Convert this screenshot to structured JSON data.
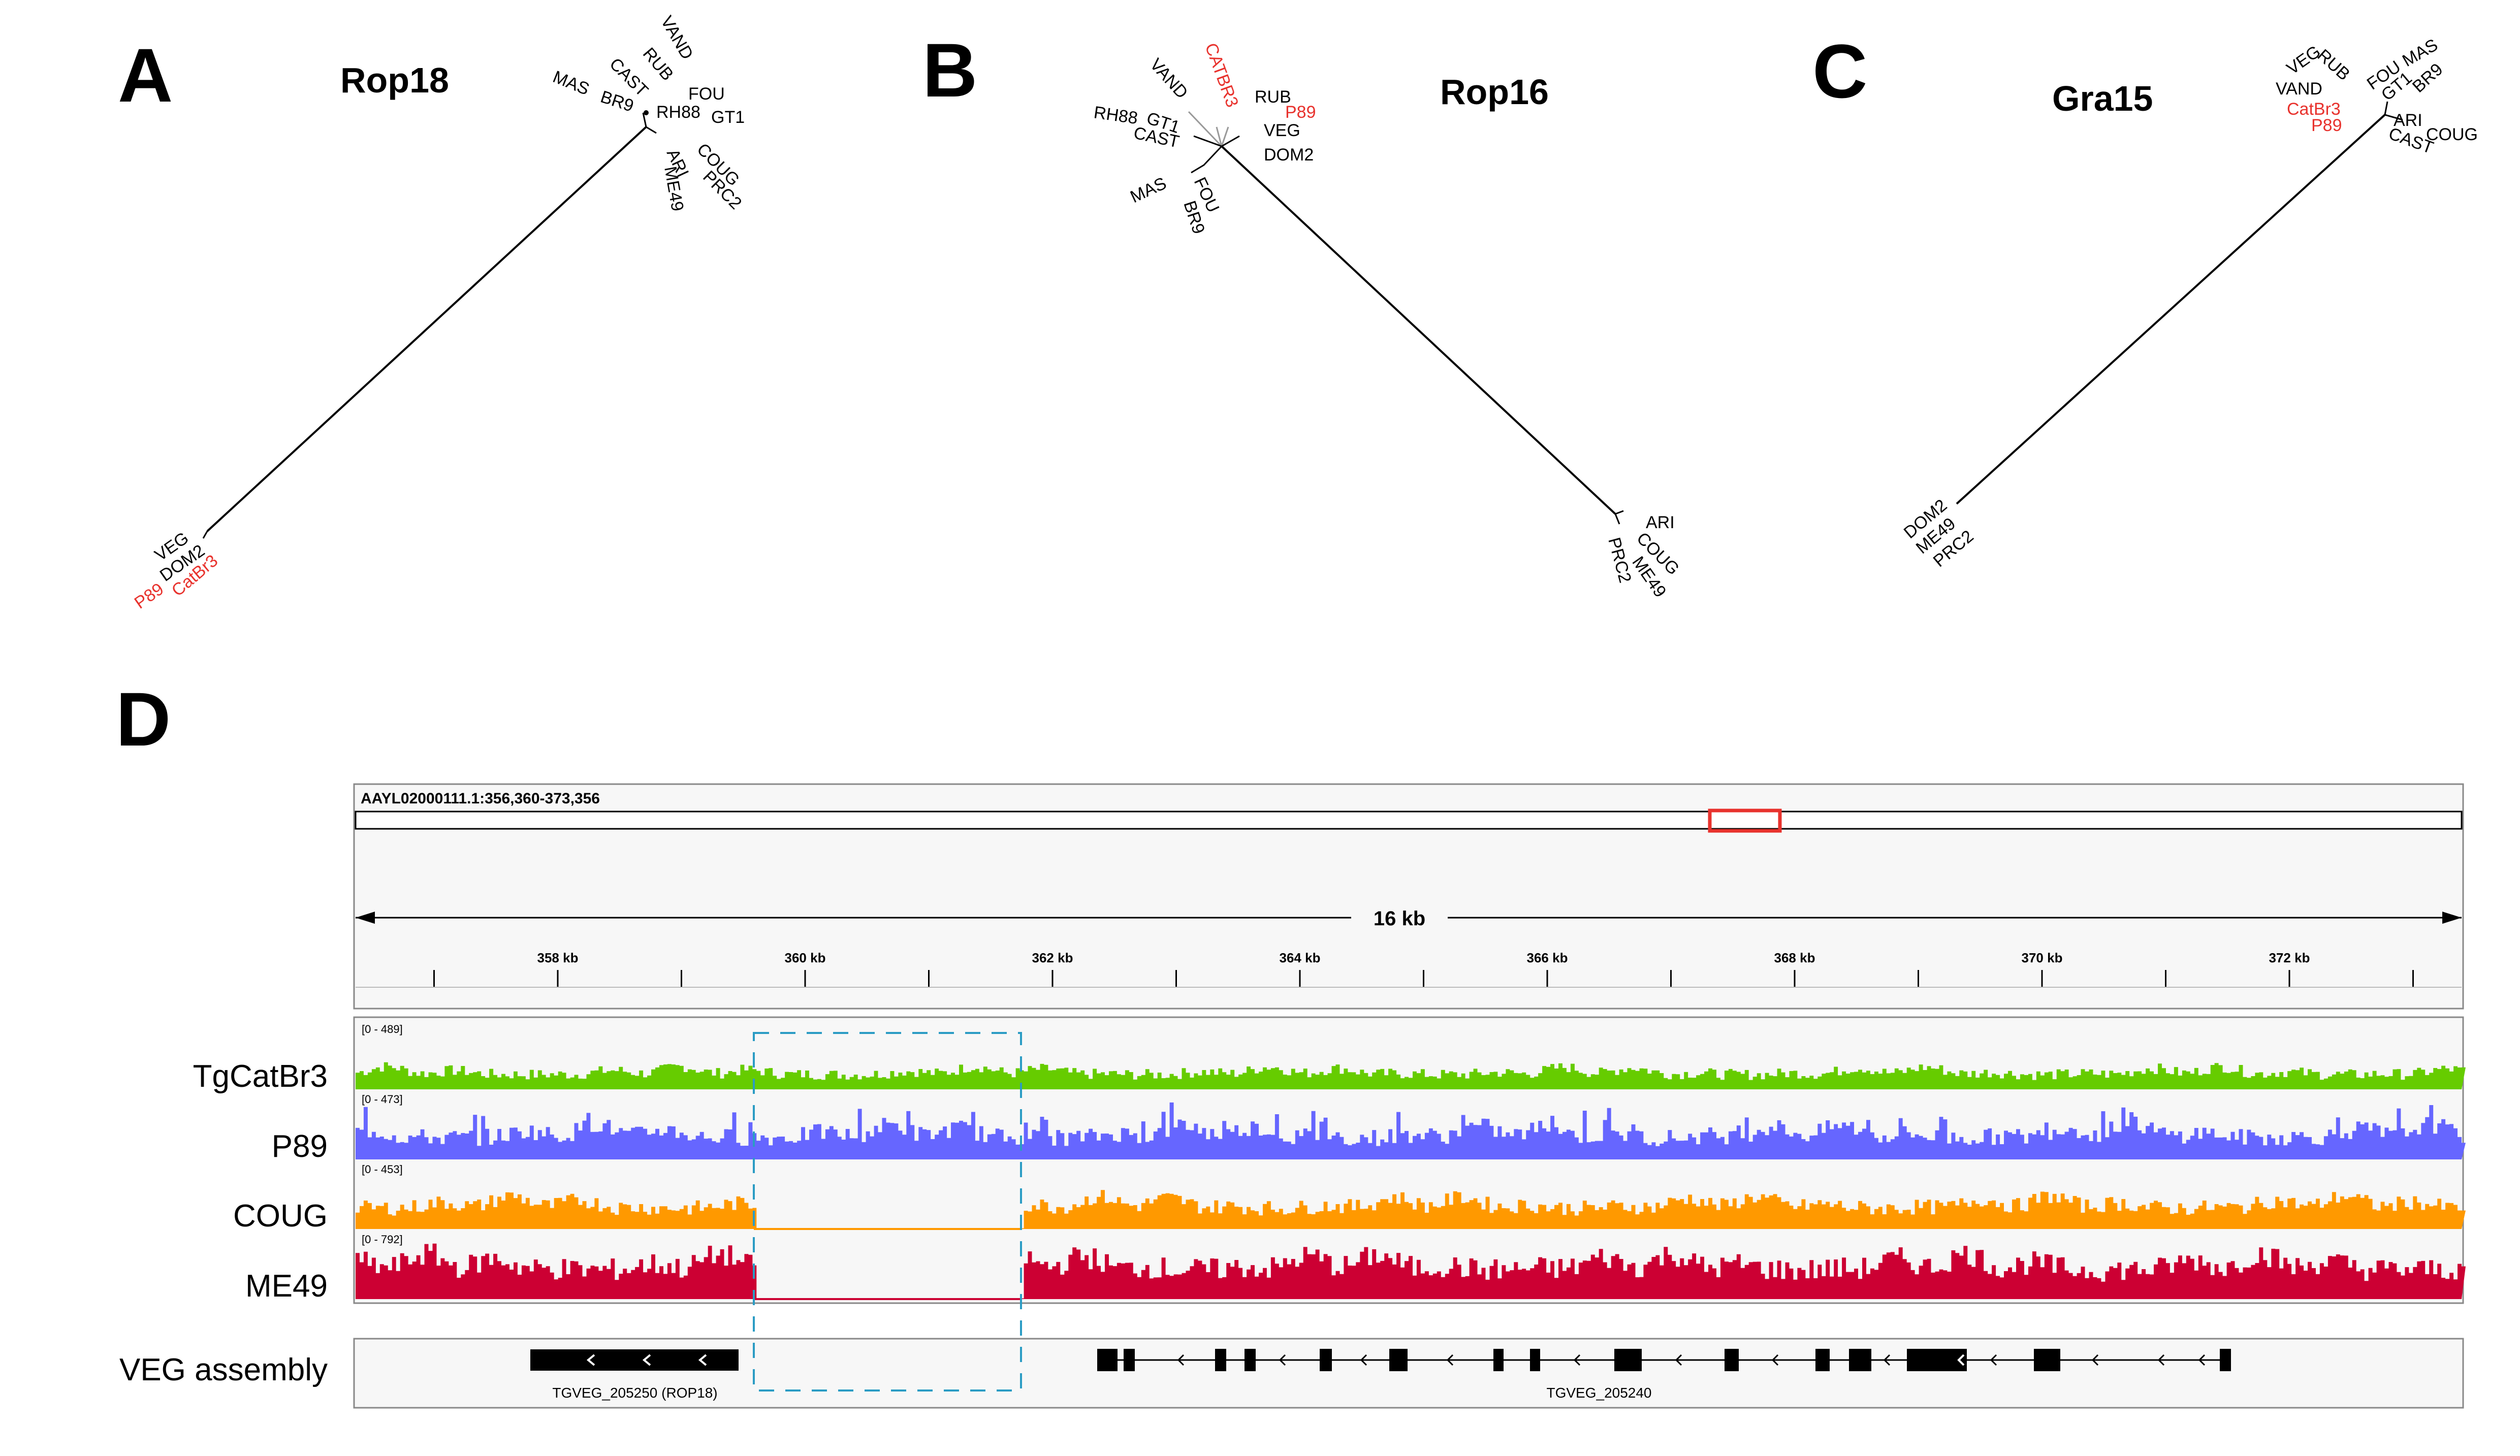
{
  "panels": {
    "A": {
      "letter": "A",
      "gene": "Rop18",
      "cluster1": [
        {
          "name": "VAND",
          "color": "#000000"
        },
        {
          "name": "RUB",
          "color": "#000000"
        },
        {
          "name": "CAST",
          "color": "#000000"
        },
        {
          "name": "FOU",
          "color": "#000000"
        },
        {
          "name": "MAS",
          "color": "#000000"
        },
        {
          "name": "BR9",
          "color": "#000000"
        },
        {
          "name": "RH88",
          "color": "#000000"
        },
        {
          "name": "GT1",
          "color": "#000000"
        },
        {
          "name": "COUG",
          "color": "#000000"
        },
        {
          "name": "ARI",
          "color": "#000000"
        },
        {
          "name": "PRC2",
          "color": "#000000"
        },
        {
          "name": "ME49",
          "color": "#000000"
        }
      ],
      "cluster2": [
        {
          "name": "VEG",
          "color": "#000000"
        },
        {
          "name": "DOM2",
          "color": "#000000"
        },
        {
          "name": "P89",
          "color": "#e8322d"
        },
        {
          "name": "CatBr3",
          "color": "#e8322d"
        }
      ]
    },
    "B": {
      "letter": "B",
      "gene": "Rop16",
      "cluster1": [
        {
          "name": "CATBR3",
          "color": "#e8322d"
        },
        {
          "name": "VAND",
          "color": "#000000"
        },
        {
          "name": "RUB",
          "color": "#000000"
        },
        {
          "name": "P89",
          "color": "#e8322d"
        },
        {
          "name": "RH88",
          "color": "#000000"
        },
        {
          "name": "GT1",
          "color": "#000000"
        },
        {
          "name": "CAST",
          "color": "#000000"
        },
        {
          "name": "VEG",
          "color": "#000000"
        },
        {
          "name": "DOM2",
          "color": "#000000"
        },
        {
          "name": "MAS",
          "color": "#000000"
        },
        {
          "name": "FOU",
          "color": "#000000"
        },
        {
          "name": "BR9",
          "color": "#000000"
        }
      ],
      "cluster2": [
        {
          "name": "ARI",
          "color": "#000000"
        },
        {
          "name": "COUG",
          "color": "#000000"
        },
        {
          "name": "ME49",
          "color": "#000000"
        },
        {
          "name": "PRC2",
          "color": "#000000"
        }
      ]
    },
    "C": {
      "letter": "C",
      "gene": "Gra15",
      "cluster1": [
        {
          "name": "RUB",
          "color": "#000000"
        },
        {
          "name": "VEG",
          "color": "#000000"
        },
        {
          "name": "FOU",
          "color": "#000000"
        },
        {
          "name": "GT1",
          "color": "#000000"
        },
        {
          "name": "MAS",
          "color": "#000000"
        },
        {
          "name": "VAND",
          "color": "#000000"
        },
        {
          "name": "BR9",
          "color": "#000000"
        },
        {
          "name": "CatBr3",
          "color": "#e8322d"
        },
        {
          "name": "P89",
          "color": "#e8322d"
        },
        {
          "name": "ARI",
          "color": "#000000"
        },
        {
          "name": "COUG",
          "color": "#000000"
        },
        {
          "name": "CAST",
          "color": "#000000"
        }
      ],
      "cluster2": [
        {
          "name": "DOM2",
          "color": "#000000"
        },
        {
          "name": "ME49",
          "color": "#000000"
        },
        {
          "name": "PRC2",
          "color": "#000000"
        }
      ]
    }
  },
  "browser": {
    "letter": "D",
    "locus": "AAYL02000111.1:356,360-373,356",
    "span_label": "16 kb",
    "ruler_ticks": [
      "358 kb",
      "360 kb",
      "362 kb",
      "364 kb",
      "366 kb",
      "368 kb",
      "370 kb",
      "372 kb"
    ],
    "tracks": [
      {
        "label": "TgCatBr3",
        "range": "[0 - 489]",
        "color": "#66cc00",
        "deleted": false
      },
      {
        "label": "P89",
        "range": "[0 - 473]",
        "color": "#6666ff",
        "deleted": false
      },
      {
        "label": "COUG",
        "range": "[0 - 453]",
        "color": "#ff9900",
        "deleted": true
      },
      {
        "label": "ME49",
        "range": "[0 - 792]",
        "color": "#cc0033",
        "deleted": true
      }
    ],
    "annotation_track": {
      "label": "VEG assembly",
      "genes": [
        {
          "name": "TGVEG_205250 (ROP18)"
        },
        {
          "name": "TGVEG_205240"
        }
      ]
    },
    "colors": {
      "ideogram_marker": "#e8322d",
      "deletion_box": "#2b9cc4"
    }
  }
}
